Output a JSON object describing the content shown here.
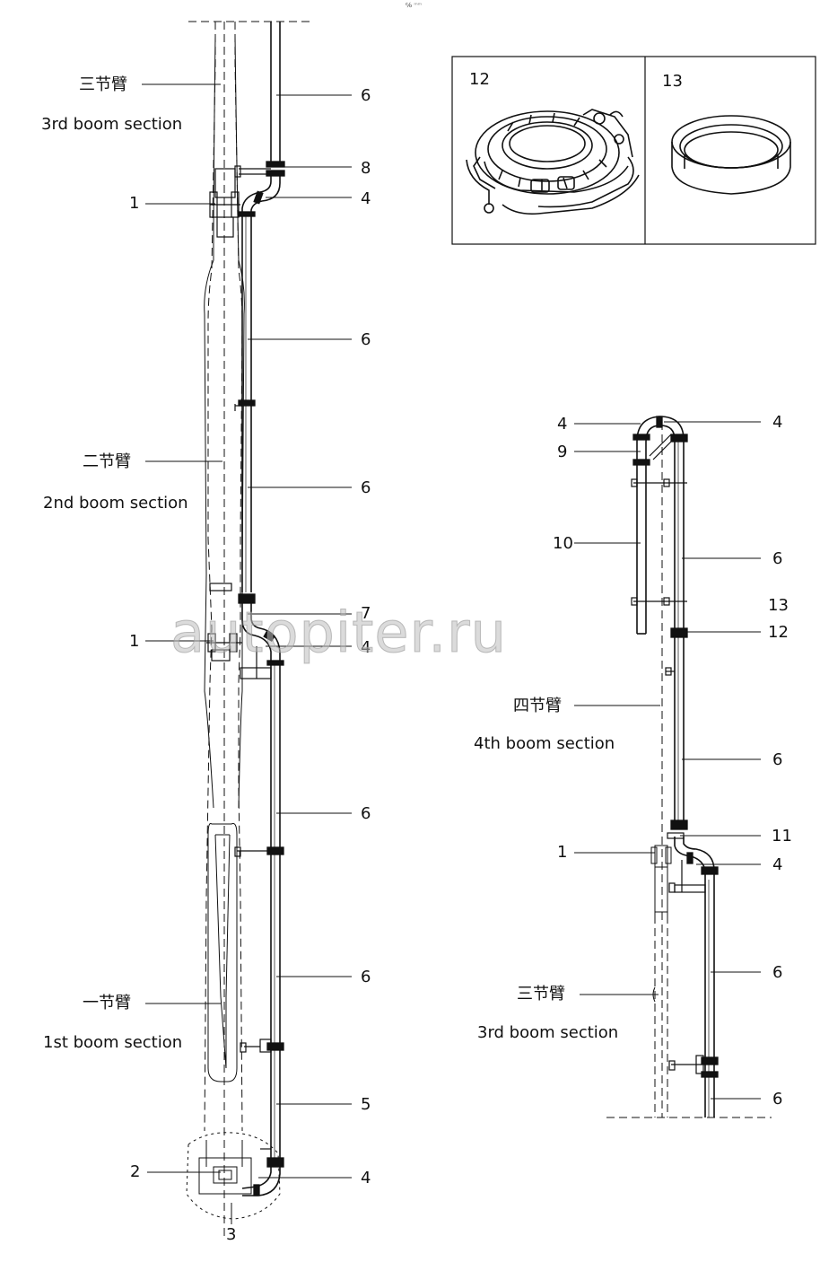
{
  "watermark": "autopiter.ru",
  "corner_mark": "℅ ᵐᵐ",
  "inset": {
    "left_label": "12",
    "right_label": "13"
  },
  "left_assembly": {
    "labels_cn": {
      "third": "三节臂",
      "second": "二节臂",
      "first": "一节臂"
    },
    "labels_en": {
      "third": "3rd boom section",
      "second": "2nd boom section",
      "first": "1st boom section"
    },
    "callouts": {
      "c6a": "6",
      "c8": "8",
      "c4a": "4",
      "c1a": "1",
      "c6b": "6",
      "c6c": "6",
      "c7": "7",
      "c1b": "1",
      "c4b": "4",
      "c6d": "6",
      "c6e": "6",
      "c5": "5",
      "c2": "2",
      "c4c": "4",
      "c3": "3"
    }
  },
  "right_assembly": {
    "labels_cn": {
      "fourth": "四节臂",
      "third": "三节臂"
    },
    "labels_en": {
      "fourth": "4th boom section",
      "third": "3rd boom section"
    },
    "callouts": {
      "c4l": "4",
      "c4r": "4",
      "c9": "9",
      "c10": "10",
      "c6a": "6",
      "c13": "13",
      "c12": "12",
      "c6b": "6",
      "c11": "11",
      "c1": "1",
      "c4b": "4",
      "c6c": "6",
      "c6d": "6"
    }
  }
}
